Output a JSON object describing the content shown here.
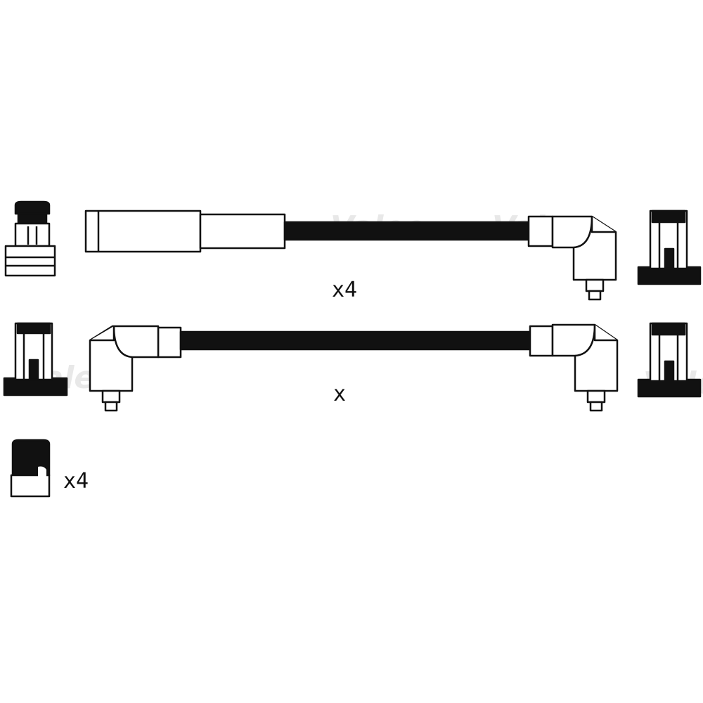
{
  "diagram": {
    "watermark_text": "Valeo",
    "watermark_color": "#e8e8e8",
    "line_color": "#111111",
    "fill_color": "#ffffff",
    "quantity_labels": {
      "top_lead": "x4",
      "middle_lead": "x",
      "bottom_part": "x4"
    },
    "icons": [
      "distributor-terminal-icon",
      "spark-plug-boot-icon",
      "angled-boot-icon",
      "coil-connector-icon"
    ]
  }
}
